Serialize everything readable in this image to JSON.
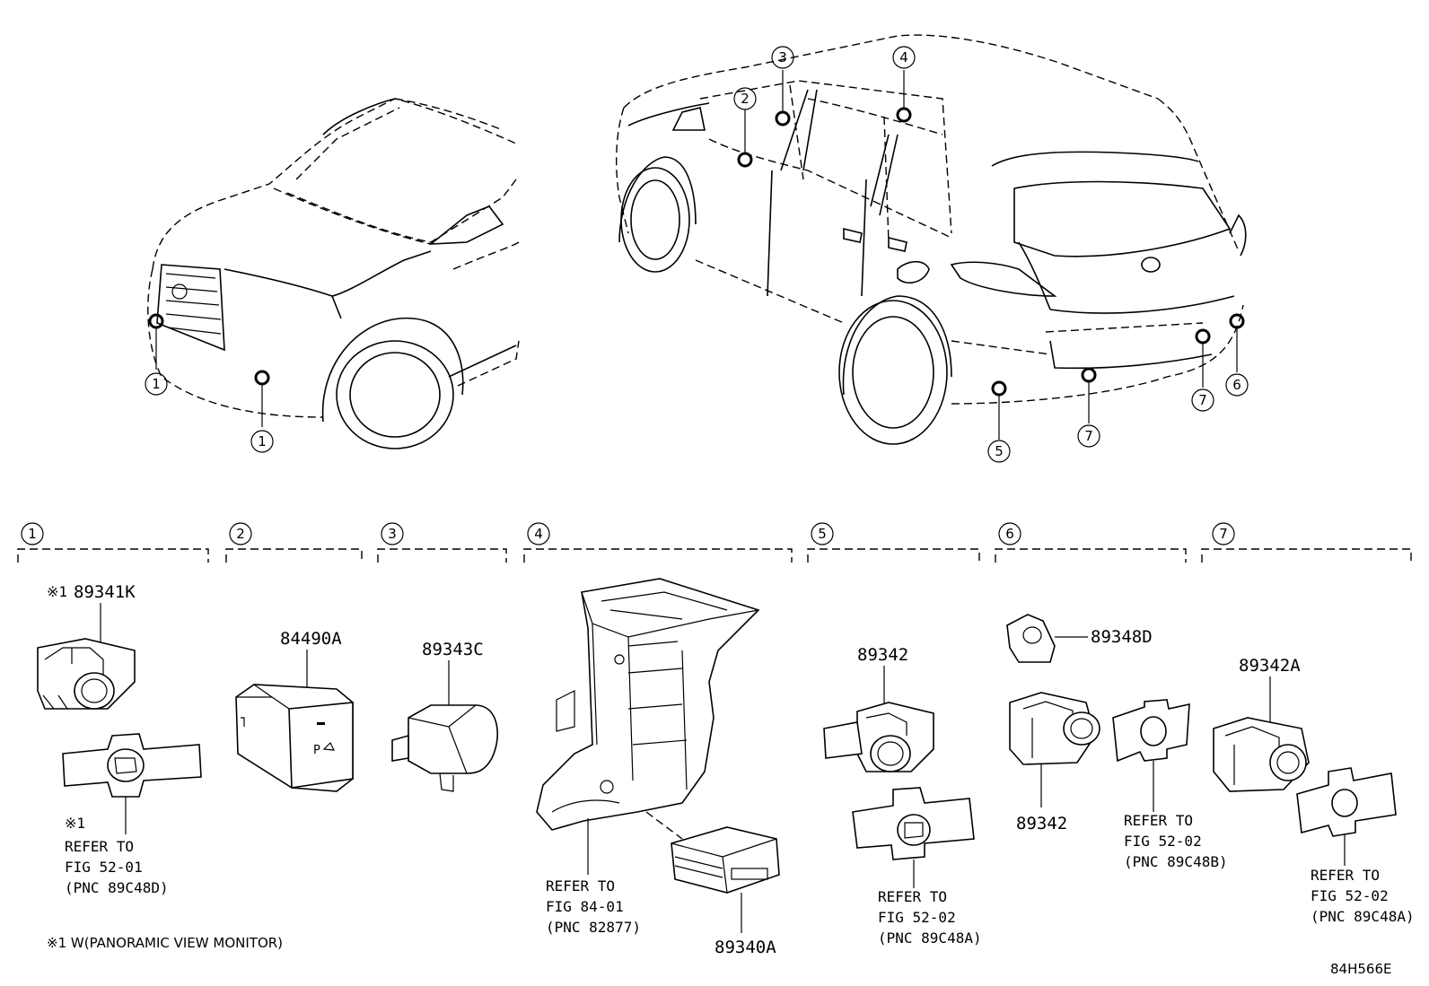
{
  "callouts": {
    "c1": "1",
    "c2": "2",
    "c3": "3",
    "c4": "4",
    "c5": "5",
    "c6": "6",
    "c7": "7"
  },
  "parts": {
    "p1_part": "89341K",
    "p1_mark": "※1",
    "p1_note_mark": "※1",
    "p1_ref1": "REFER TO",
    "p1_ref2": "FIG 52-01",
    "p1_ref3": "(PNC 89C48D)",
    "p2_part": "84490A",
    "p3_part": "89343C",
    "p4_ref1": "REFER TO",
    "p4_ref2": "FIG 84-01",
    "p4_ref3": "(PNC 82877)",
    "p4_part": "89340A",
    "p5_part": "89342",
    "p5_ref1": "REFER TO",
    "p5_ref2": "FIG 52-02",
    "p5_ref3": "(PNC 89C48A)",
    "p6_part_top": "89348D",
    "p6_part": "89342",
    "p6_ref1": "REFER TO",
    "p6_ref2": "FIG 52-02",
    "p6_ref3": "(PNC 89C48B)",
    "p7_part": "89342A",
    "p7_ref1": "REFER TO",
    "p7_ref2": "FIG 52-02",
    "p7_ref3": "(PNC 89C48A)"
  },
  "footnote": "※1 W(PANORAMIC VIEW MONITOR)",
  "diagram_code": "84H566E",
  "switch_label": "P"
}
